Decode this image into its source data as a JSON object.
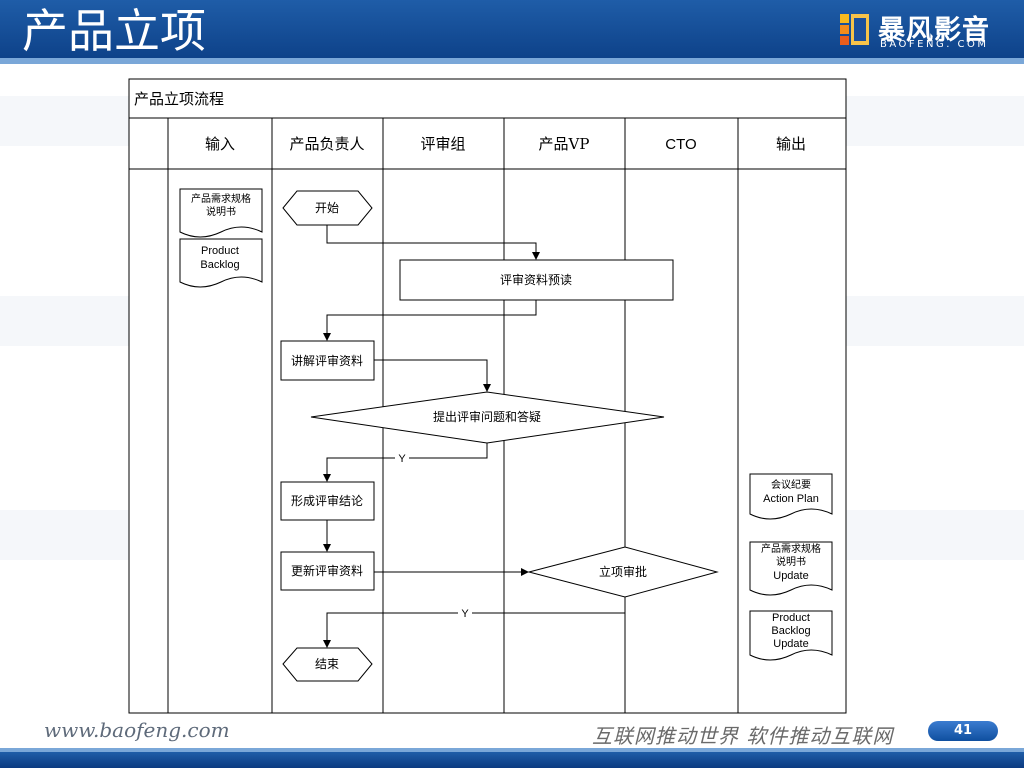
{
  "slide": {
    "title": "产品立项",
    "logo_cn": "暴风影音",
    "logo_en": "BAOFENG. COM",
    "footer_url": "www.baofeng.com",
    "footer_slogan": "互联网推动世界 软件推动互联网",
    "page_number": "41",
    "colors": {
      "header": "#1f5da8",
      "accent": "#7aa7d8"
    }
  },
  "diagram": {
    "title": "产品立项流程",
    "lanes": [
      "输入",
      "产品负责人",
      "评审组",
      "产品VP",
      "CTO",
      "输出"
    ],
    "inputs": {
      "doc1": [
        "产品需求规格",
        "说明书"
      ],
      "doc2": [
        "Product",
        "Backlog"
      ]
    },
    "nodes": {
      "start": "开始",
      "preread": "评审资料预读",
      "explain": "讲解评审资料",
      "questions": "提出评审问题和答疑",
      "conclusion": "形成评审结论",
      "update": "更新评审资料",
      "approval": "立项审批",
      "end": "结束"
    },
    "branch_labels": {
      "y1": "Y",
      "y2": "Y"
    },
    "outputs": {
      "doc1": [
        "会议纪要",
        "Action Plan"
      ],
      "doc2": [
        "产品需求规格",
        "说明书",
        "Update"
      ],
      "doc3": [
        "Product",
        "Backlog",
        "Update"
      ]
    }
  }
}
